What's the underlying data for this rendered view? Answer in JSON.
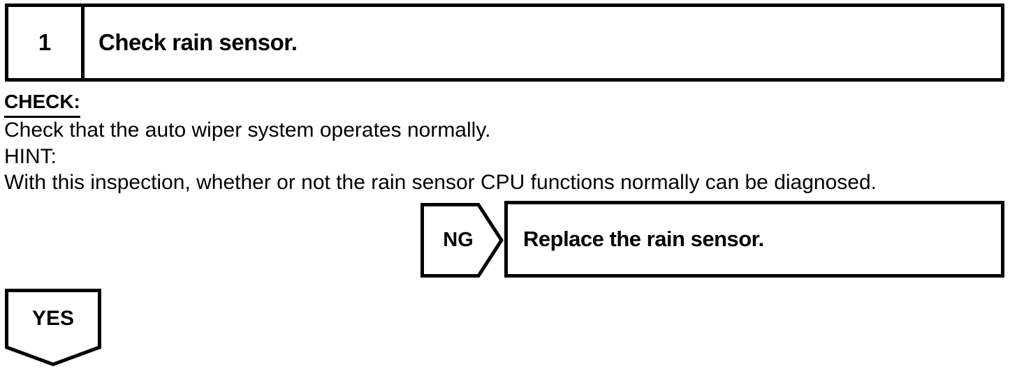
{
  "page": {
    "background_color": "#ffffff",
    "line_color": "#000000",
    "text_color": "#000000"
  },
  "step_header": {
    "number": "1",
    "title": "Check rain sensor."
  },
  "instructions": {
    "check_label": "CHECK:",
    "check_text": "Check that the auto wiper system operates normally.",
    "hint_label": "HINT:",
    "hint_text": "With this inspection, whether or not the rain sensor CPU functions normally can be diagnosed."
  },
  "branches": {
    "ng": {
      "label": "NG",
      "action": "Replace the rain sensor."
    },
    "yes": {
      "label": "YES"
    }
  }
}
